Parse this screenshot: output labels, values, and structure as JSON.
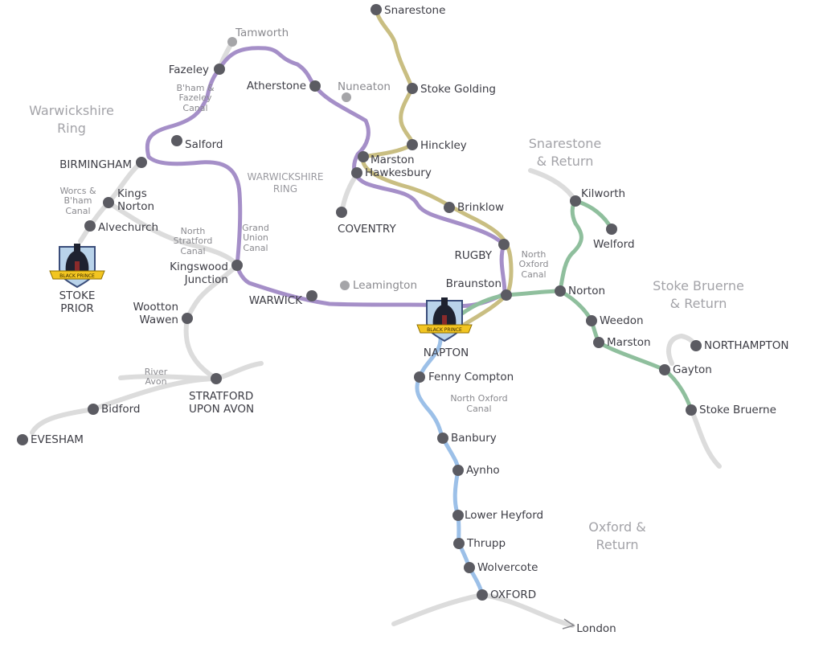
{
  "colors": {
    "warwickshire_ring": "#a58fc8",
    "snarestone": "#c9be82",
    "stoke_bruerne": "#8fbf9d",
    "oxford": "#9cc0e8",
    "other_canal": "#dcdcdc",
    "station_dot": "#5b5b62",
    "minor_dot": "#a5a5a8"
  },
  "regions": {
    "warwickshire_ring": [
      "Warwickshire",
      "Ring"
    ],
    "snarestone_return": [
      "Snarestone",
      "& Return"
    ],
    "stoke_bruerne_return": [
      "Stoke Bruerne",
      "& Return"
    ],
    "oxford_return": [
      "Oxford &",
      "Return"
    ],
    "warwickshire_ring_small": [
      "WARWICKSHIRE",
      "RING"
    ]
  },
  "canals": {
    "bham_fazeley": [
      "B'ham &",
      "Fazeley",
      "Canal"
    ],
    "worcs_bham": [
      "Worcs &",
      "B'ham",
      "Canal"
    ],
    "north_stratford": [
      "North",
      "Stratford",
      "Canal"
    ],
    "grand_union": [
      "Grand",
      "Union",
      "Canal"
    ],
    "north_oxford_1": [
      "North",
      "Oxford",
      "Canal"
    ],
    "north_oxford_2": [
      "North Oxford",
      "Canal"
    ],
    "river_avon": [
      "River",
      "Avon"
    ]
  },
  "bases": {
    "stoke_prior": [
      "STOKE",
      "PRIOR"
    ],
    "napton": "NAPTON",
    "logo_icon": "black-prince-shield",
    "logo_text": "BLACK PRINCE"
  },
  "stations": [
    {
      "name": "Snarestone"
    },
    {
      "name": "Stoke Golding"
    },
    {
      "name": "Hinckley"
    },
    {
      "name": "Marston"
    },
    {
      "name": "Hawkesbury"
    },
    {
      "name": "Brinklow"
    },
    {
      "name": "RUGBY"
    },
    {
      "name": "Braunston"
    },
    {
      "name": "Norton"
    },
    {
      "name": "Kilworth"
    },
    {
      "name": "Welford"
    },
    {
      "name": "Weedon"
    },
    {
      "name": "Marston"
    },
    {
      "name": "NORTHAMPTON"
    },
    {
      "name": "Gayton"
    },
    {
      "name": "Stoke Bruerne"
    },
    {
      "name": "Fenny Compton"
    },
    {
      "name": "Banbury"
    },
    {
      "name": "Aynho"
    },
    {
      "name": "Lower Heyford"
    },
    {
      "name": "Thrupp"
    },
    {
      "name": "Wolvercote"
    },
    {
      "name": "OXFORD"
    },
    {
      "name": "Tamworth",
      "minor": true
    },
    {
      "name": "Fazeley"
    },
    {
      "name": "Atherstone"
    },
    {
      "name": "Nuneaton",
      "minor": true
    },
    {
      "name": "Salford"
    },
    {
      "name": "BIRMINGHAM"
    },
    {
      "name": "Kings Norton"
    },
    {
      "name": "Alvechurch"
    },
    {
      "name": "COVENTRY"
    },
    {
      "name": "Kingswood Junction"
    },
    {
      "name": "WARWICK"
    },
    {
      "name": "Leamington",
      "minor": true
    },
    {
      "name": "Wootton Wawen"
    },
    {
      "name": "STRATFORD UPON AVON"
    },
    {
      "name": "Bidford"
    },
    {
      "name": "EVESHAM"
    }
  ],
  "destination": "London"
}
